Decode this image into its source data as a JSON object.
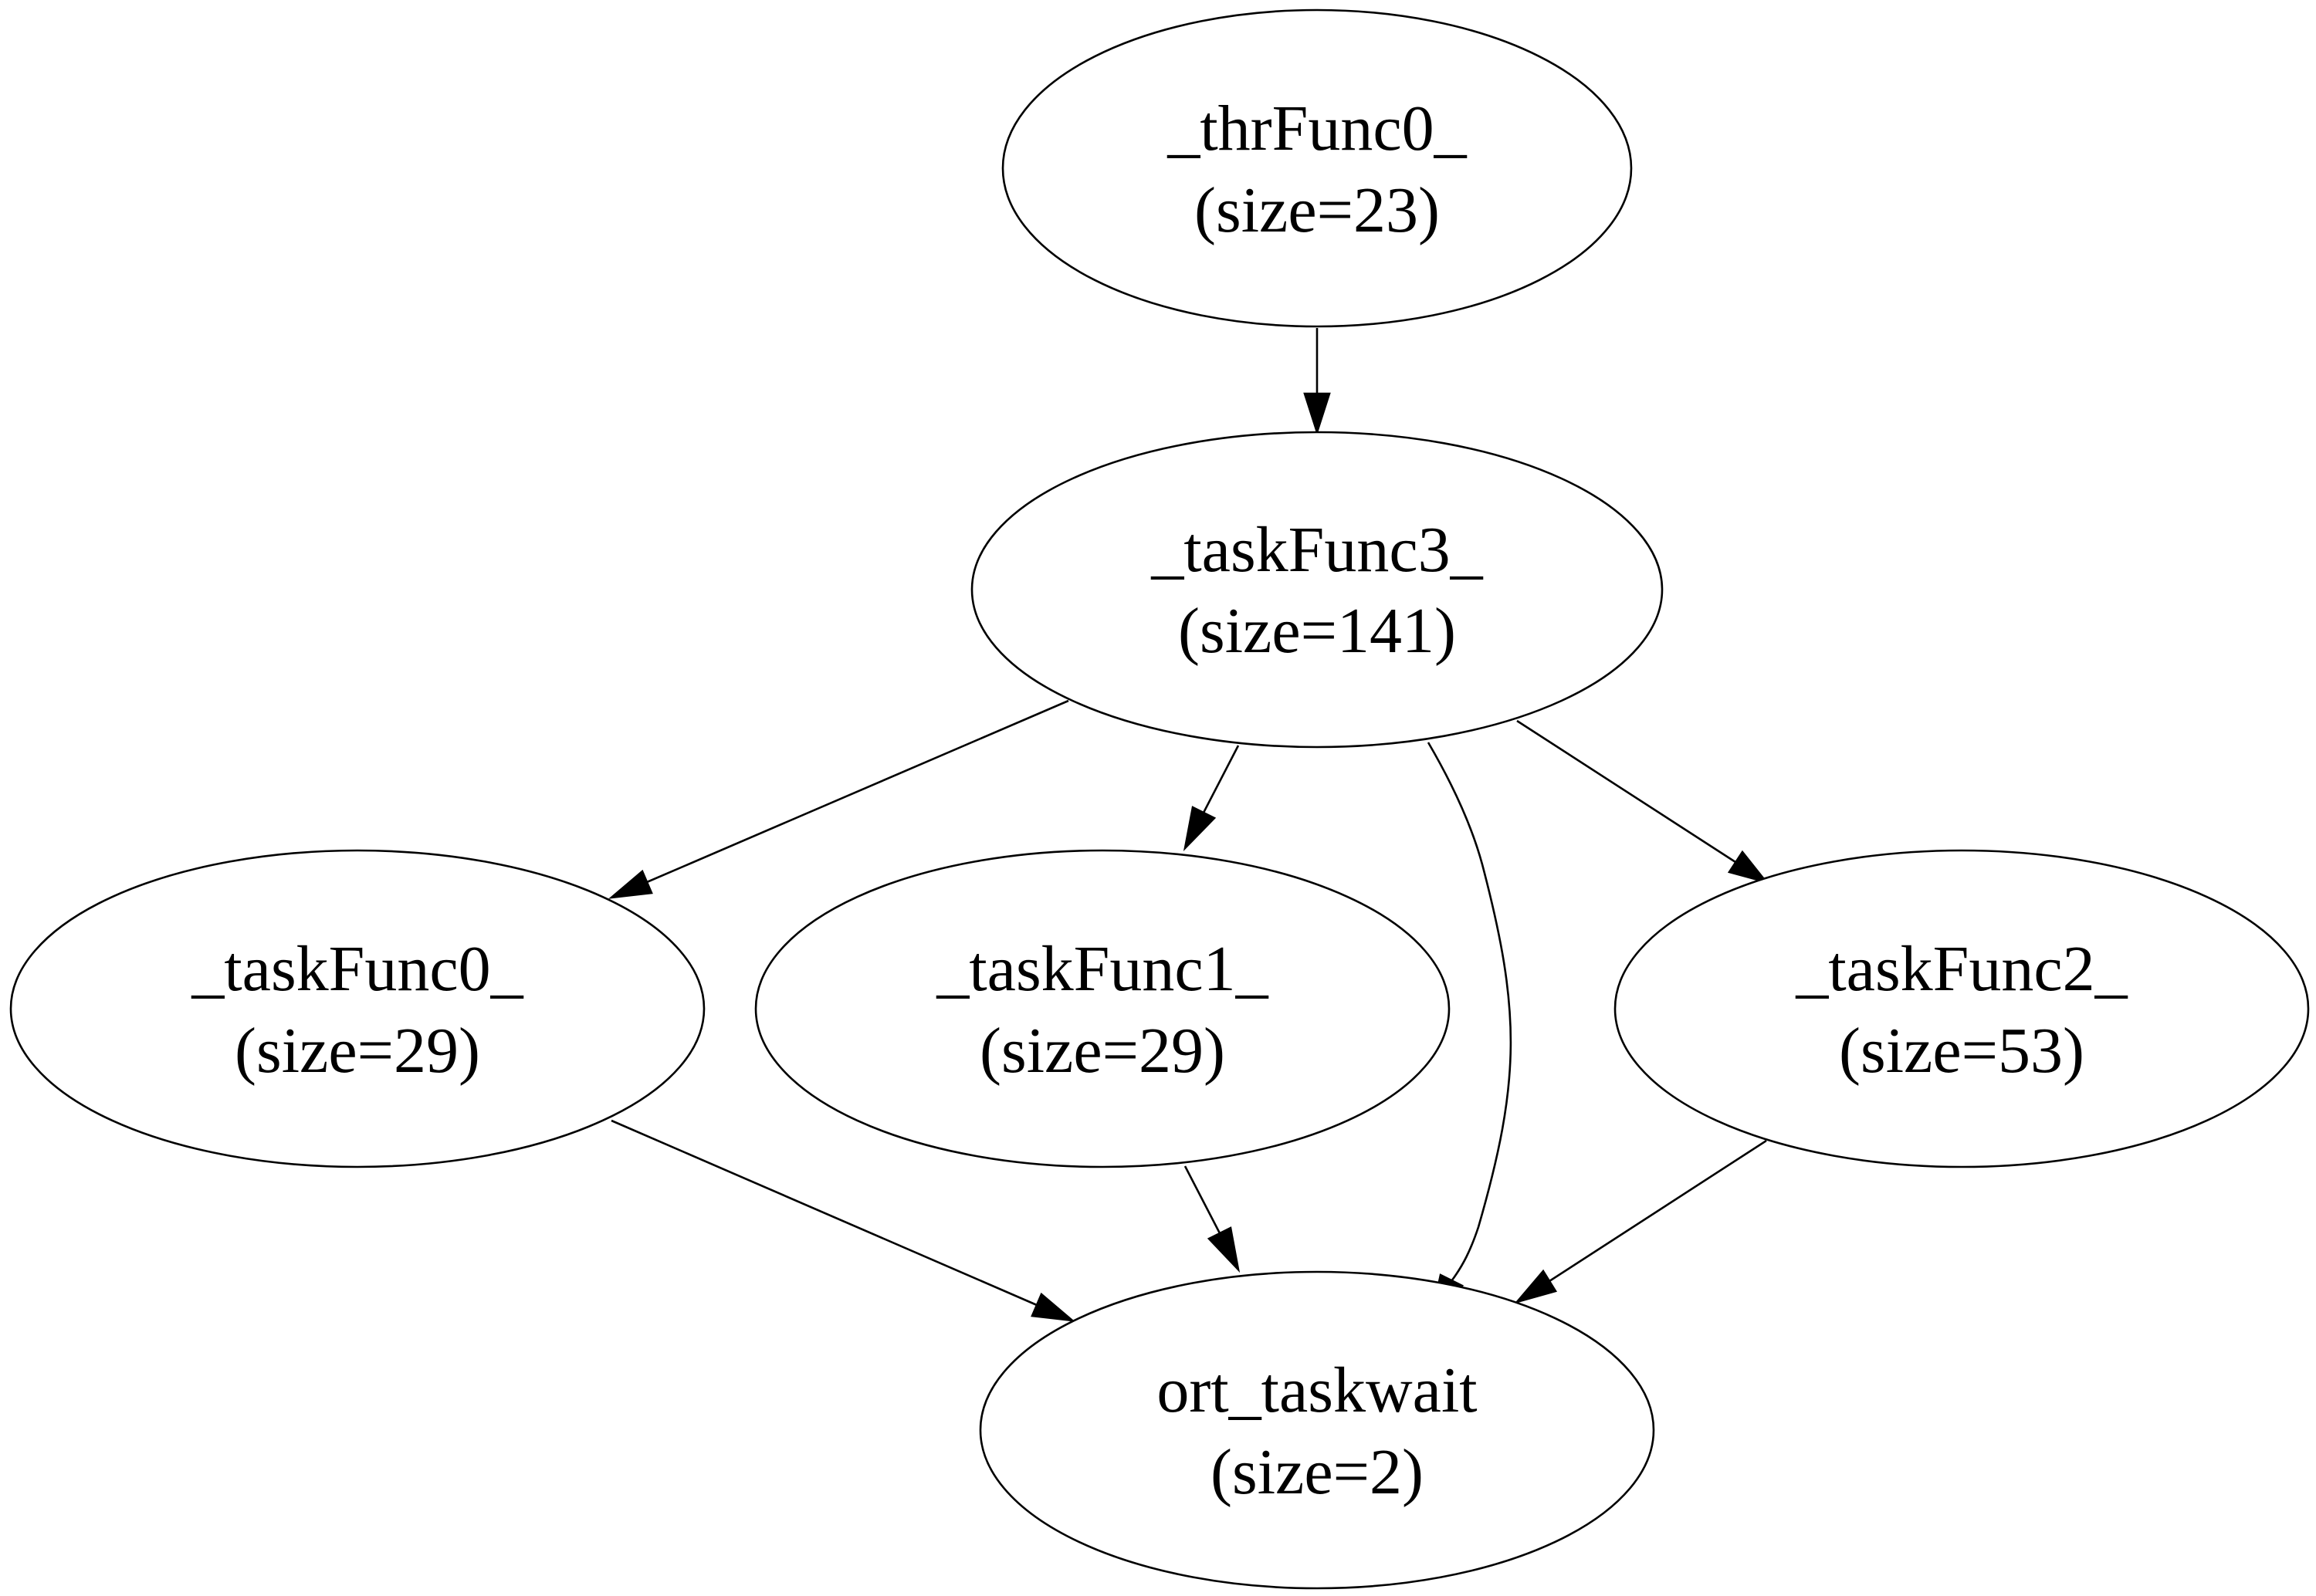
{
  "graph": {
    "nodes": {
      "thrFunc0": {
        "name": "_thrFunc0_",
        "size": "(size=23)"
      },
      "taskFunc3": {
        "name": "_taskFunc3_",
        "size": "(size=141)"
      },
      "taskFunc0": {
        "name": "_taskFunc0_",
        "size": "(size=29)"
      },
      "taskFunc1": {
        "name": "_taskFunc1_",
        "size": "(size=29)"
      },
      "taskFunc2": {
        "name": "_taskFunc2_",
        "size": "(size=53)"
      },
      "ort_taskwait": {
        "name": "ort_taskwait",
        "size": "(size=2)"
      }
    },
    "edges": [
      {
        "from": "thrFunc0",
        "to": "taskFunc3"
      },
      {
        "from": "taskFunc3",
        "to": "taskFunc0"
      },
      {
        "from": "taskFunc3",
        "to": "taskFunc1"
      },
      {
        "from": "taskFunc3",
        "to": "ort_taskwait"
      },
      {
        "from": "taskFunc3",
        "to": "taskFunc2"
      },
      {
        "from": "taskFunc0",
        "to": "ort_taskwait"
      },
      {
        "from": "taskFunc1",
        "to": "ort_taskwait"
      },
      {
        "from": "taskFunc2",
        "to": "ort_taskwait"
      }
    ]
  }
}
